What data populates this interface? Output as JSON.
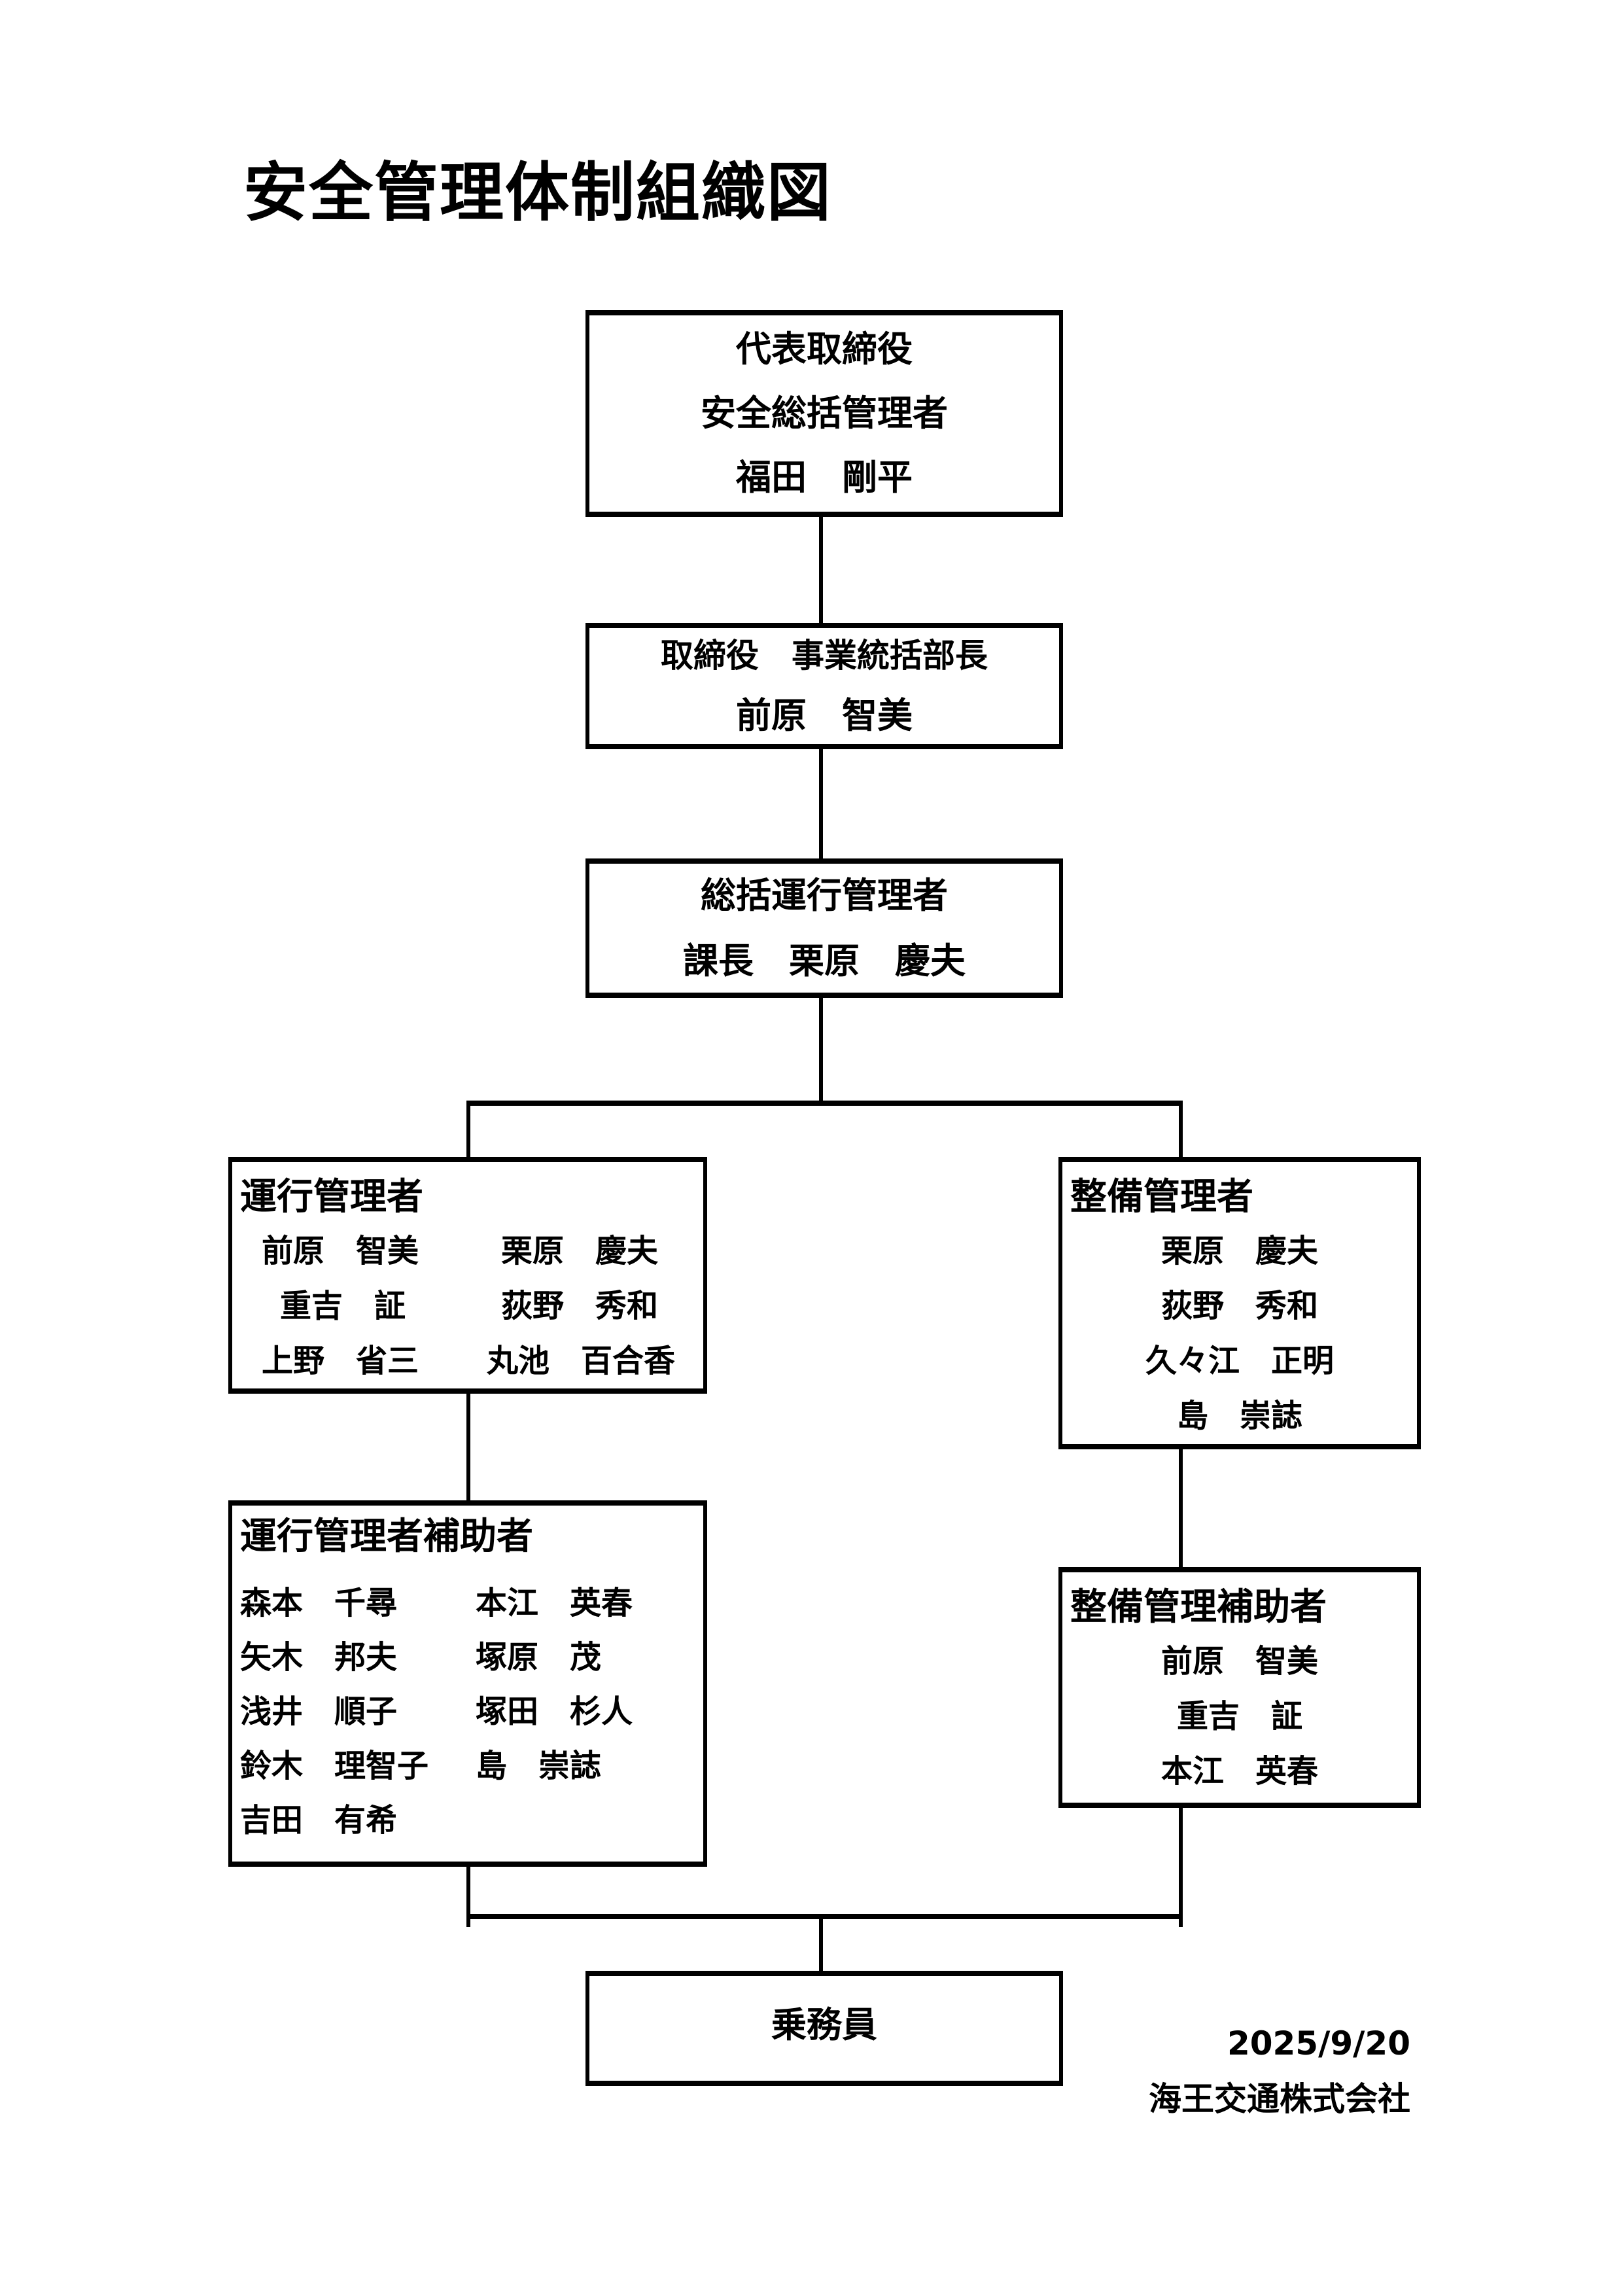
{
  "title": "安全管理体制組織図",
  "boxes": {
    "president": {
      "lines": [
        "代表取締役",
        "安全総括管理者",
        "福田　剛平"
      ]
    },
    "director": {
      "lines": [
        "取締役　事業統括部長",
        "前原　智美"
      ]
    },
    "general_operations_manager": {
      "lines": [
        "総括運行管理者",
        "課長　栗原　慶夫"
      ]
    },
    "operations_manager": {
      "heading": "運行管理者",
      "names": [
        "前原　智美",
        "栗原　慶夫",
        "重吉　証",
        "荻野　秀和",
        "上野　省三",
        "丸池　百合香"
      ]
    },
    "maintenance_manager": {
      "heading": "整備管理者",
      "names": [
        "栗原　慶夫",
        "荻野　秀和",
        "久々江　正明",
        "島　崇誌"
      ]
    },
    "operations_assistant": {
      "heading": "運行管理者補助者",
      "names": [
        "森本　千尋",
        "本江　英春",
        "矢木　邦夫",
        "塚原　茂",
        "浅井　順子",
        "塚田　杉人",
        "鈴木　理智子",
        "島　崇誌",
        "吉田　有希"
      ]
    },
    "maintenance_assistant": {
      "heading": "整備管理補助者",
      "names": [
        "前原　智美",
        "重吉　証",
        "本江　英春"
      ]
    },
    "crew": {
      "lines": [
        "乗務員"
      ]
    }
  },
  "footer": {
    "date": "2025/9/20",
    "company": "海王交通株式会社"
  }
}
